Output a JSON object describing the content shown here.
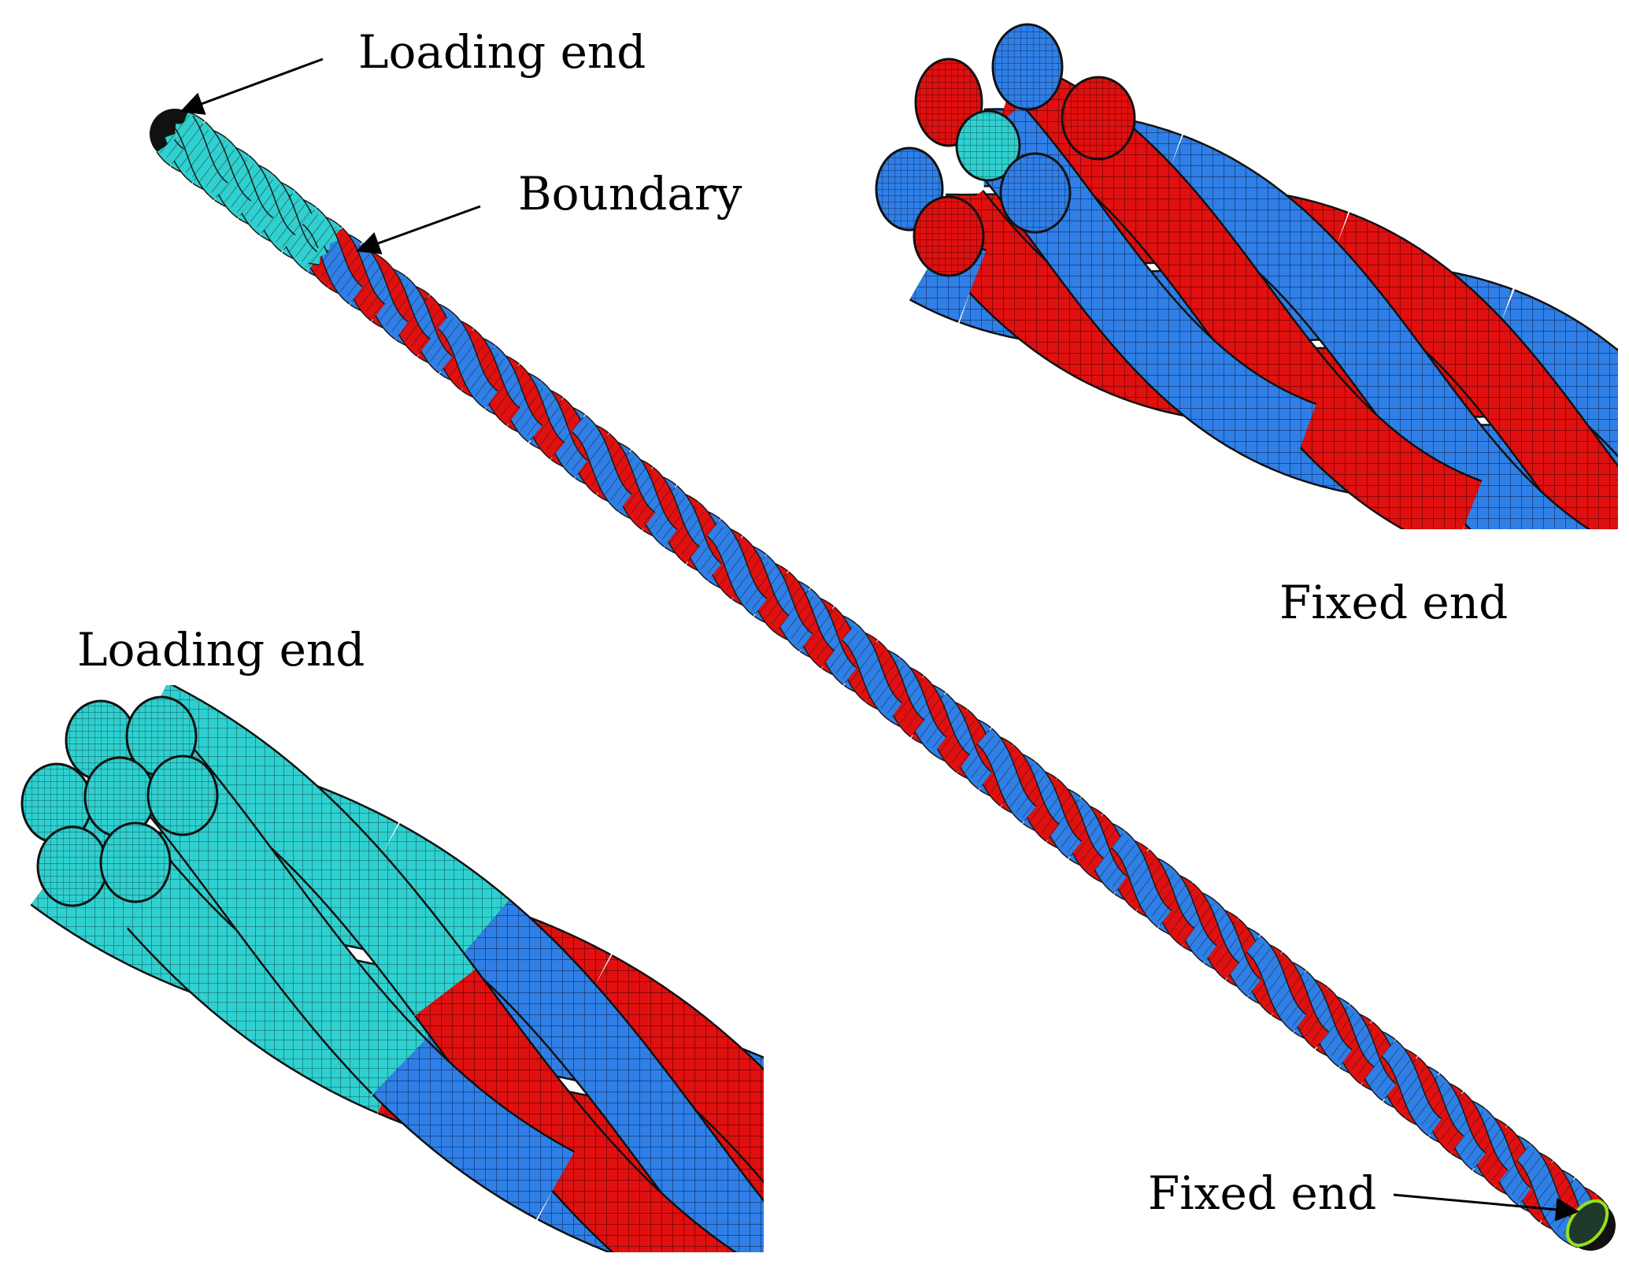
{
  "labels": {
    "main_loading_end": "Loading end",
    "main_boundary": "Boundary",
    "main_fixed_end": "Fixed end",
    "inset_fixed_end": "Fixed end",
    "inset_loading_end": "Loading end"
  },
  "colors": {
    "red_strand": "#e01010",
    "blue_strand": "#2f7fe6",
    "cyan_strand": "#2fd0cf",
    "mesh_line": "#1a1a1a",
    "arrow": "#000000",
    "background": "#ffffff"
  },
  "figure": {
    "strand_count": 6,
    "core_count": 1,
    "main_twist_turns": 10.5
  }
}
